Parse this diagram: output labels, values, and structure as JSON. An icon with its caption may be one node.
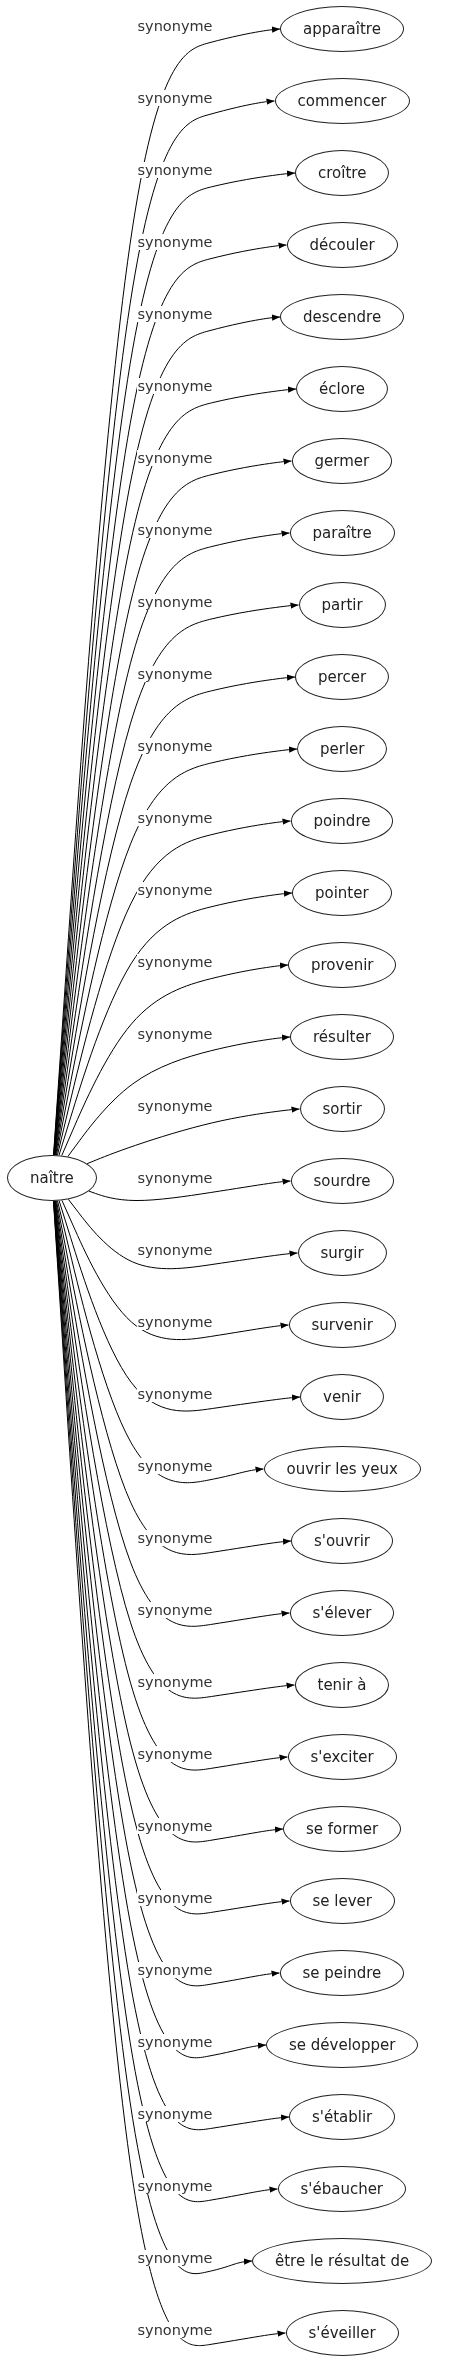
{
  "diagram": {
    "nodes": [
      {
        "text": [
          "naître"
        ]
      },
      {
        "text": [
          "apparaître"
        ]
      },
      {
        "text": [
          "commencer"
        ]
      },
      {
        "text": [
          "croître"
        ]
      },
      {
        "text": [
          "découler"
        ]
      },
      {
        "text": [
          "descendre"
        ]
      },
      {
        "text": [
          "éclore"
        ]
      },
      {
        "text": [
          "germer"
        ]
      },
      {
        "text": [
          "paraître"
        ]
      },
      {
        "text": [
          "partir"
        ]
      },
      {
        "text": [
          "percer"
        ]
      },
      {
        "text": [
          "perler"
        ]
      },
      {
        "text": [
          "poindre"
        ]
      },
      {
        "text": [
          "pointer"
        ]
      },
      {
        "text": [
          "provenir"
        ]
      },
      {
        "text": [
          "résulter"
        ]
      },
      {
        "text": [
          "sortir"
        ]
      },
      {
        "text": [
          "sourdre"
        ]
      },
      {
        "text": [
          "surgir"
        ]
      },
      {
        "text": [
          "survenir"
        ]
      },
      {
        "text": [
          "venir"
        ]
      },
      {
        "text": [
          "ouvrir les yeux"
        ]
      },
      {
        "text": [
          "s'ouvrir"
        ]
      },
      {
        "text": [
          "s'élever"
        ]
      },
      {
        "text": [
          "tenir à"
        ]
      },
      {
        "text": [
          "s'exciter"
        ]
      },
      {
        "text": [
          "se former"
        ]
      },
      {
        "text": [
          "se lever"
        ]
      },
      {
        "text": [
          "se peindre"
        ]
      },
      {
        "text": [
          "se développer"
        ]
      },
      {
        "text": [
          "s'établir"
        ]
      },
      {
        "text": [
          "s'ébaucher"
        ]
      },
      {
        "text": [
          "être le résultat de"
        ]
      },
      {
        "text": [
          "s'éveiller"
        ]
      }
    ],
    "edges": [
      {
        "from": 0,
        "to": 1,
        "arrow": "to",
        "label": "synonyme"
      },
      {
        "from": 0,
        "to": 2,
        "arrow": "to",
        "label": "synonyme"
      },
      {
        "from": 0,
        "to": 3,
        "arrow": "to",
        "label": "synonyme"
      },
      {
        "from": 0,
        "to": 4,
        "arrow": "to",
        "label": "synonyme"
      },
      {
        "from": 0,
        "to": 5,
        "arrow": "to",
        "label": "synonyme"
      },
      {
        "from": 0,
        "to": 6,
        "arrow": "to",
        "label": "synonyme"
      },
      {
        "from": 0,
        "to": 7,
        "arrow": "to",
        "label": "synonyme"
      },
      {
        "from": 0,
        "to": 8,
        "arrow": "to",
        "label": "synonyme"
      },
      {
        "from": 0,
        "to": 9,
        "arrow": "to",
        "label": "synonyme"
      },
      {
        "from": 0,
        "to": 10,
        "arrow": "to",
        "label": "synonyme"
      },
      {
        "from": 0,
        "to": 11,
        "arrow": "to",
        "label": "synonyme"
      },
      {
        "from": 0,
        "to": 12,
        "arrow": "to",
        "label": "synonyme"
      },
      {
        "from": 0,
        "to": 13,
        "arrow": "to",
        "label": "synonyme"
      },
      {
        "from": 0,
        "to": 14,
        "arrow": "to",
        "label": "synonyme"
      },
      {
        "from": 0,
        "to": 15,
        "arrow": "to",
        "label": "synonyme"
      },
      {
        "from": 0,
        "to": 16,
        "arrow": "to",
        "label": "synonyme"
      },
      {
        "from": 0,
        "to": 17,
        "arrow": "to",
        "label": "synonyme"
      },
      {
        "from": 0,
        "to": 18,
        "arrow": "to",
        "label": "synonyme"
      },
      {
        "from": 0,
        "to": 19,
        "arrow": "to",
        "label": "synonyme"
      },
      {
        "from": 0,
        "to": 20,
        "arrow": "to",
        "label": "synonyme"
      },
      {
        "from": 0,
        "to": 21,
        "arrow": "to",
        "label": "synonyme"
      },
      {
        "from": 0,
        "to": 22,
        "arrow": "to",
        "label": "synonyme"
      },
      {
        "from": 0,
        "to": 23,
        "arrow": "to",
        "label": "synonyme"
      },
      {
        "from": 0,
        "to": 24,
        "arrow": "to",
        "label": "synonyme"
      },
      {
        "from": 0,
        "to": 25,
        "arrow": "to",
        "label": "synonyme"
      },
      {
        "from": 0,
        "to": 26,
        "arrow": "to",
        "label": "synonyme"
      },
      {
        "from": 0,
        "to": 27,
        "arrow": "to",
        "label": "synonyme"
      },
      {
        "from": 0,
        "to": 28,
        "arrow": "to",
        "label": "synonyme"
      },
      {
        "from": 0,
        "to": 29,
        "arrow": "to",
        "label": "synonyme"
      },
      {
        "from": 0,
        "to": 30,
        "arrow": "to",
        "label": "synonyme"
      },
      {
        "from": 0,
        "to": 31,
        "arrow": "to",
        "label": "synonyme"
      },
      {
        "from": 0,
        "to": 32,
        "arrow": "to",
        "label": "synonyme"
      },
      {
        "from": 0,
        "to": 33,
        "arrow": "to",
        "label": "synonyme"
      }
    ]
  }
}
